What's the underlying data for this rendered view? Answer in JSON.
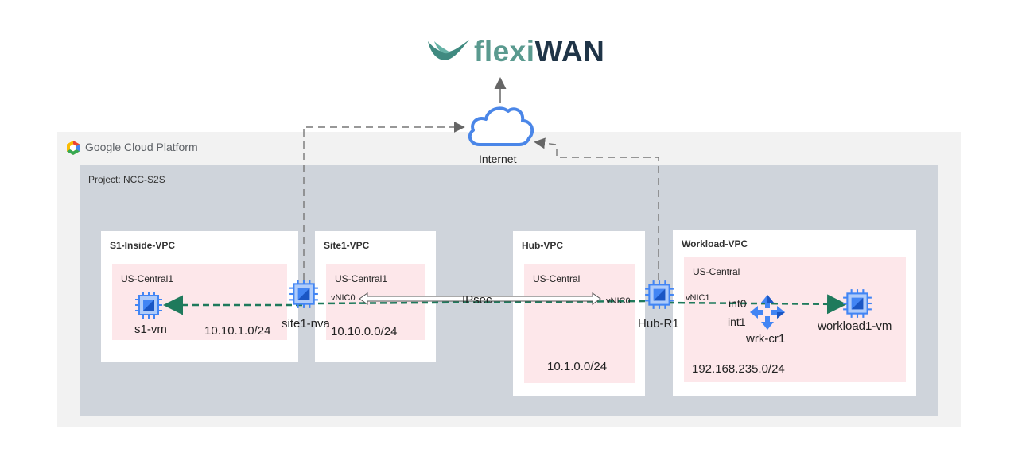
{
  "brand": {
    "part1": "flexi",
    "part2": "WAN"
  },
  "internet": {
    "label": "Internet"
  },
  "gcp": {
    "label": "Google Cloud Platform"
  },
  "project": {
    "label": "Project: NCC-S2S"
  },
  "vpcs": {
    "s1_inside": {
      "label": "S1-Inside-VPC",
      "region": "US-Central1",
      "subnet": "10.10.1.0/24"
    },
    "site1": {
      "label": "Site1-VPC",
      "region": "US-Central1",
      "subnet": "10.10.0.0/24"
    },
    "hub": {
      "label": "Hub-VPC",
      "region": "US-Central",
      "subnet": "10.1.0.0/24"
    },
    "workload": {
      "label": "Workload-VPC",
      "region": "US-Central",
      "subnet": "192.168.235.0/24"
    }
  },
  "nodes": {
    "s1_vm": "s1-vm",
    "site1_nva": "site1-nva",
    "hub_r1": "Hub-R1",
    "wrk_cr1": "wrk-cr1",
    "workload1_vm": "workload1-vm"
  },
  "interfaces": {
    "site1_vnic0": "vNIC0",
    "hub_vnic0": "vNIC0",
    "hub_vnic1": "vNIC1",
    "int0": "int0",
    "int1": "int1"
  },
  "tunnel": {
    "label": "IPsec"
  },
  "colors": {
    "chip": "#4285f4",
    "arrow_green": "#1f7a5c",
    "router": "#4285f4",
    "cloud": "#4a86e8"
  }
}
